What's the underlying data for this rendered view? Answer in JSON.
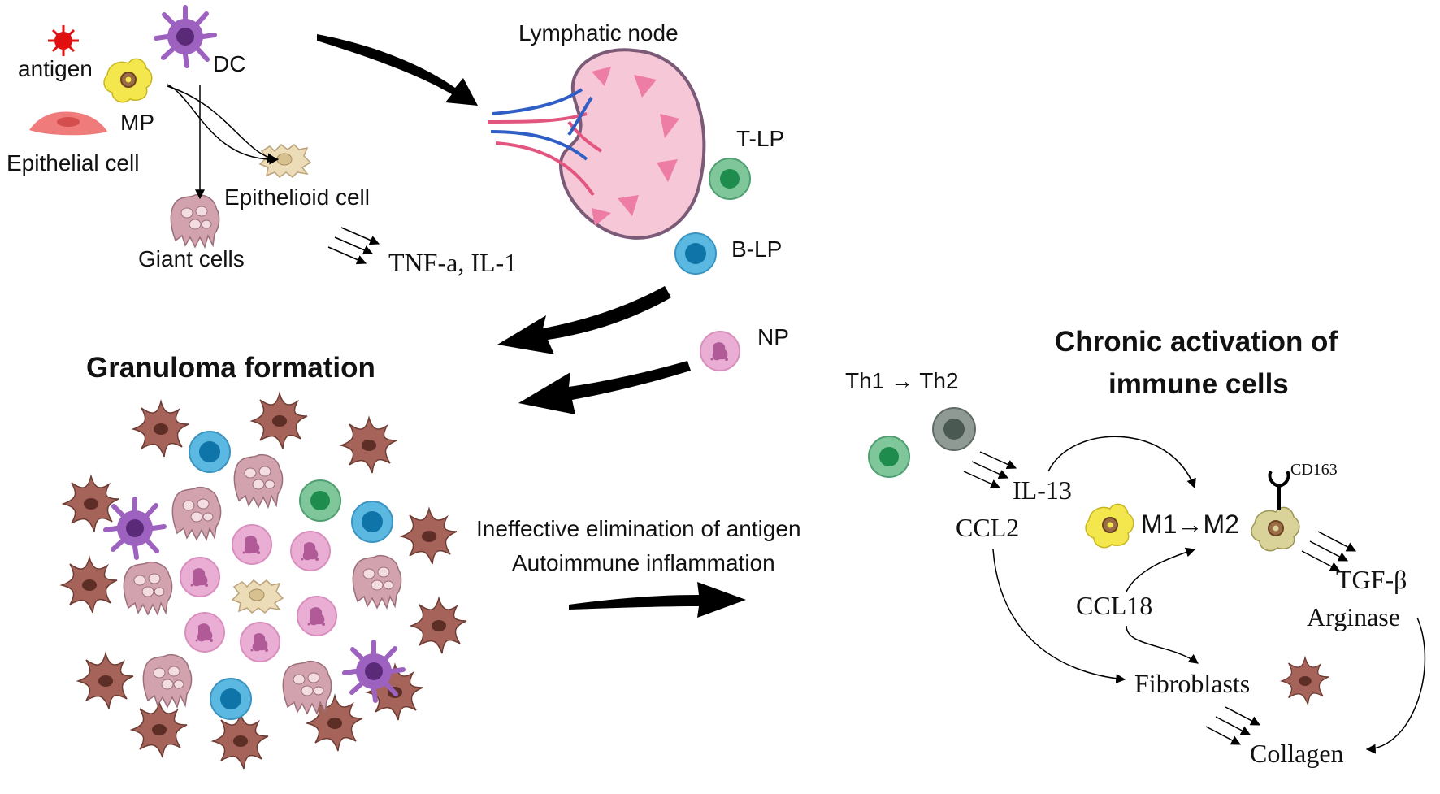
{
  "labels": {
    "antigen": "antigen",
    "dc": "DC",
    "mp": "MP",
    "epithelial_cell": "Epithelial cell",
    "epithelioid_cell": "Epithelioid cell",
    "giant_cells": "Giant cells",
    "tnf_il1": "TNF-a, IL-1",
    "lymphatic_node": "Lymphatic node",
    "t_lp": "T-LP",
    "b_lp": "B-LP",
    "np": "NP",
    "granuloma_title": "Granuloma formation",
    "chronic_title_line1": "Chronic activation of",
    "chronic_title_line2": "immune cells",
    "th1_th2": "Th1 → Th2",
    "ineffective_line1": "Ineffective elimination of antigen",
    "ineffective_line2": "Autoimmune inflammation",
    "il13": "IL-13",
    "ccl2": "CCL2",
    "m1_m2": "M1→M2",
    "cd163": "CD163",
    "tgf_beta": "TGF-β",
    "arginase": "Arginase",
    "ccl18": "CCL18",
    "fibroblasts": "Fibroblasts",
    "collagen": "Collagen"
  },
  "colors": {
    "text": "#111111",
    "arrow": "#000000",
    "t_lp": "#6cc08a",
    "b_lp": "#3aa6d6",
    "np": "#e9a6cf",
    "dc": "#9b59b6",
    "mp": "#f1e34c",
    "fibroblast": "#9b5a4d",
    "giant": "#c99aa6",
    "epithelial": "#ee7a7a",
    "epithelioid": "#ecdcb8",
    "antigen": "#e01010",
    "node_pink": "#f6c7d7",
    "th2": "#7d8a83"
  }
}
